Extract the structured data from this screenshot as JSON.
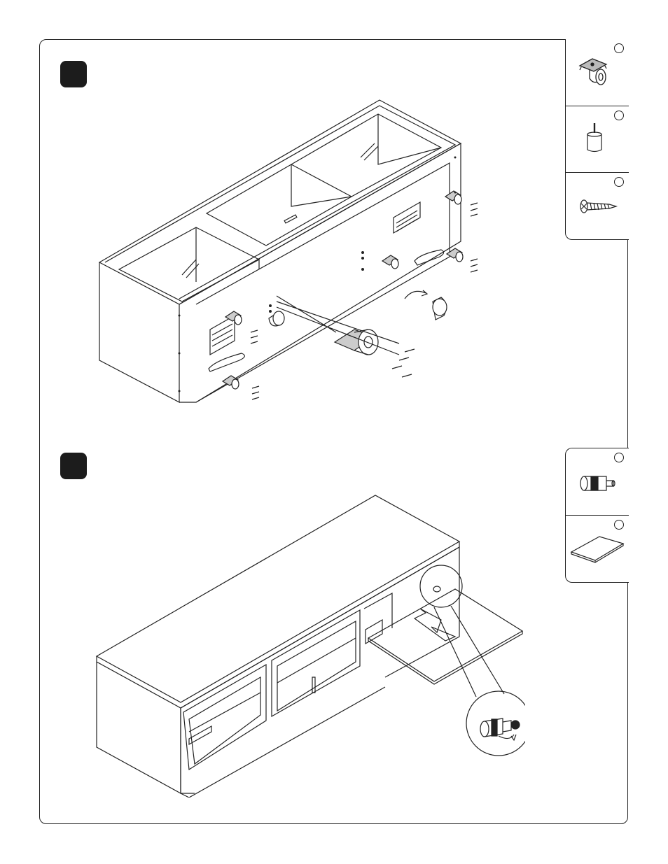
{
  "steps": [
    {
      "number": "",
      "parts": [
        "caster-wheel",
        "leveling-foot",
        "screw"
      ]
    },
    {
      "number": "",
      "parts": [
        "cam-lock",
        "shelf-panel"
      ]
    }
  ],
  "icons": {
    "part_a": "caster-wheel-icon",
    "part_b": "leveling-foot-icon",
    "part_c": "screw-icon",
    "part_d": "cam-lock-icon",
    "part_e": "shelf-panel-icon"
  },
  "colors": {
    "ink": "#222222",
    "badge": "#1c1c1c"
  }
}
